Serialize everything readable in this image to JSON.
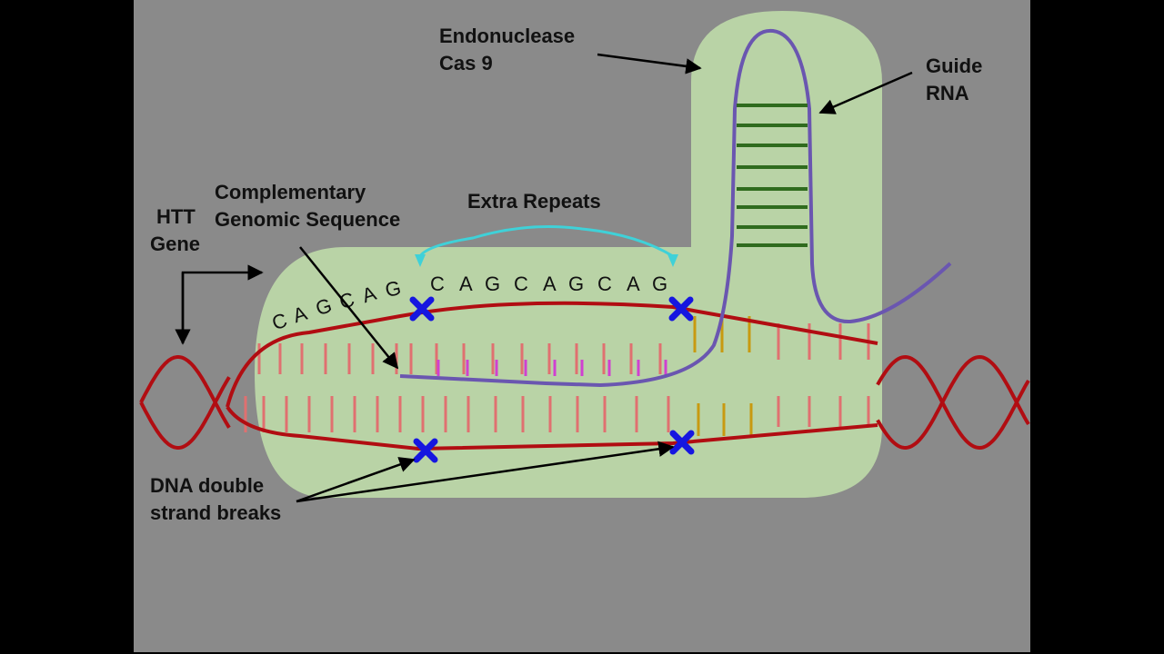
{
  "labels": {
    "endonuclease": "Endonuclease",
    "cas9": "Cas 9",
    "guide": "Guide",
    "rna": "RNA",
    "htt": "HTT",
    "gene": "Gene",
    "complementary": "Complementary",
    "genomic_sequence": "Genomic Sequence",
    "extra_repeats": "Extra Repeats",
    "dna_double": "DNA double",
    "strand_breaks": "strand breaks"
  },
  "sequence": {
    "left_letters": [
      "C",
      "A",
      "G",
      "C",
      "A",
      "G"
    ],
    "repeat_letters": [
      "C",
      "A",
      "G",
      "C",
      "A",
      "G",
      "C",
      "A",
      "G"
    ]
  },
  "colors": {
    "background": "#8a8a8a",
    "cas9_body": "#b9d3a6",
    "dna_strand": "#b10d12",
    "base_pair": "#e07070",
    "guide_rna": "#6a56b0",
    "rna_rungs": "#2f6b1e",
    "complementary_bases": "#d040d0",
    "repeat_bracket": "#3fd1d8",
    "break_marker": "#1616e0",
    "ngg_bases": "#c89a10"
  }
}
